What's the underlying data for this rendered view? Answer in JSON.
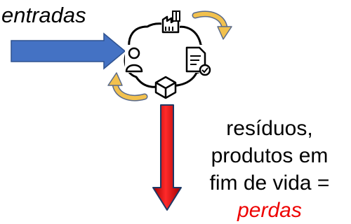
{
  "labels": {
    "inputs": "entradas",
    "outputs_lines": [
      "resíduos,",
      "produtos em",
      "fim de vida ="
    ],
    "losses": "perdas"
  },
  "colors": {
    "input_arrow": "#4472c4",
    "output_arrow": "#e00000",
    "cycle_arrow": "#f2c14e",
    "losses_text": "#ee0000"
  },
  "icons": [
    "factory-icon",
    "person-icon",
    "document-check-icon",
    "box-icon",
    "cycle-arrow-icon"
  ]
}
